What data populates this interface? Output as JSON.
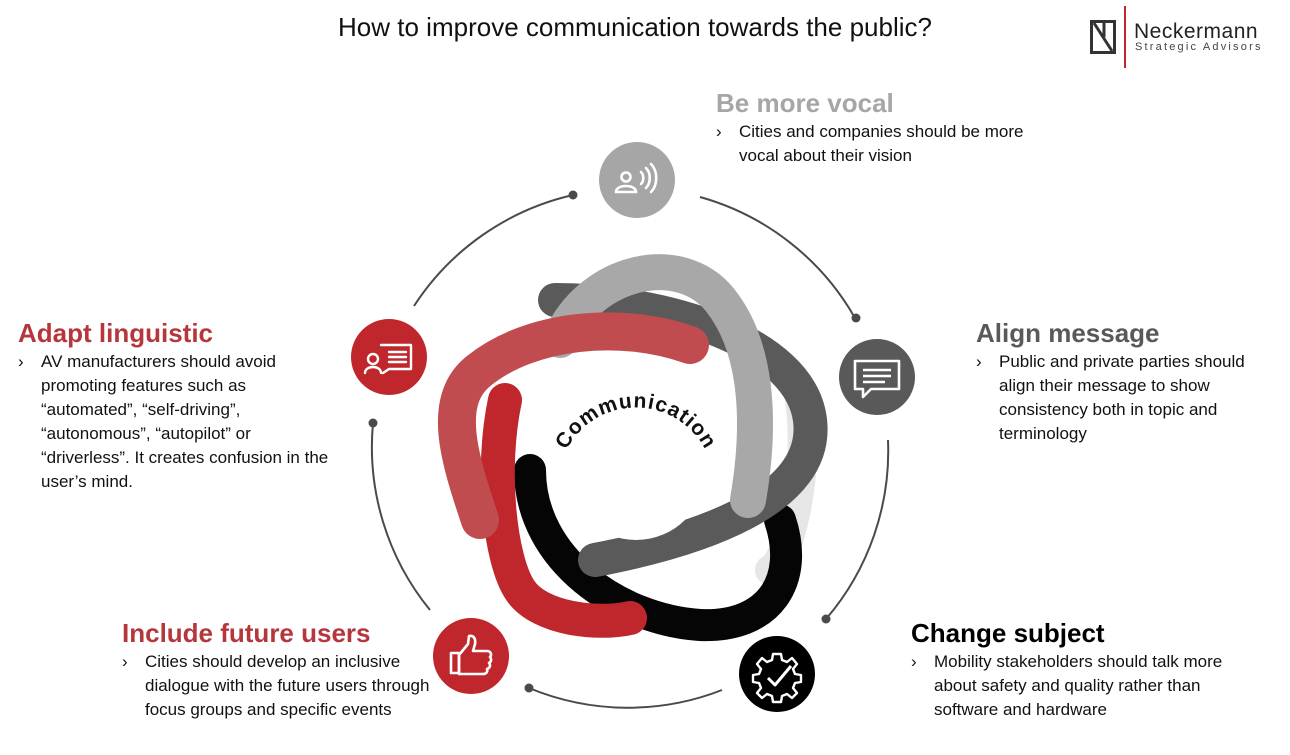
{
  "title": "How to improve communication towards the public?",
  "logo": {
    "name": "Neckermann",
    "subtitle": "Strategic Advisors"
  },
  "center_label": "Communication",
  "colors": {
    "red": "#c0272d",
    "dark_red": "#b5373c",
    "light_gray": "#a6a6a6",
    "mid_gray": "#595959",
    "black": "#000000"
  },
  "blocks": {
    "vocal": {
      "heading": "Be more vocal",
      "text": "Cities and companies should be more vocal about their vision",
      "icon": "person-speaking-icon"
    },
    "align": {
      "heading": "Align message",
      "text": "Public and private parties should align their message to show consistency both in topic and terminology",
      "icon": "chat-message-icon"
    },
    "change": {
      "heading": "Change subject",
      "text": "Mobility stakeholders should talk more about safety and quality rather than software and hardware",
      "icon": "gear-check-icon"
    },
    "include": {
      "heading": "Include future users",
      "text": "Cities should develop an inclusive dialogue with the future users through focus groups and specific events",
      "icon": "thumbs-up-icon"
    },
    "adapt": {
      "heading": "Adapt linguistic",
      "text": "AV manufacturers should avoid promoting features such as “automated”, “self-driving”, “autonomous”, “autopilot” or “driverless”. It creates confusion in the user’s mind.",
      "icon": "speech-text-icon"
    }
  }
}
